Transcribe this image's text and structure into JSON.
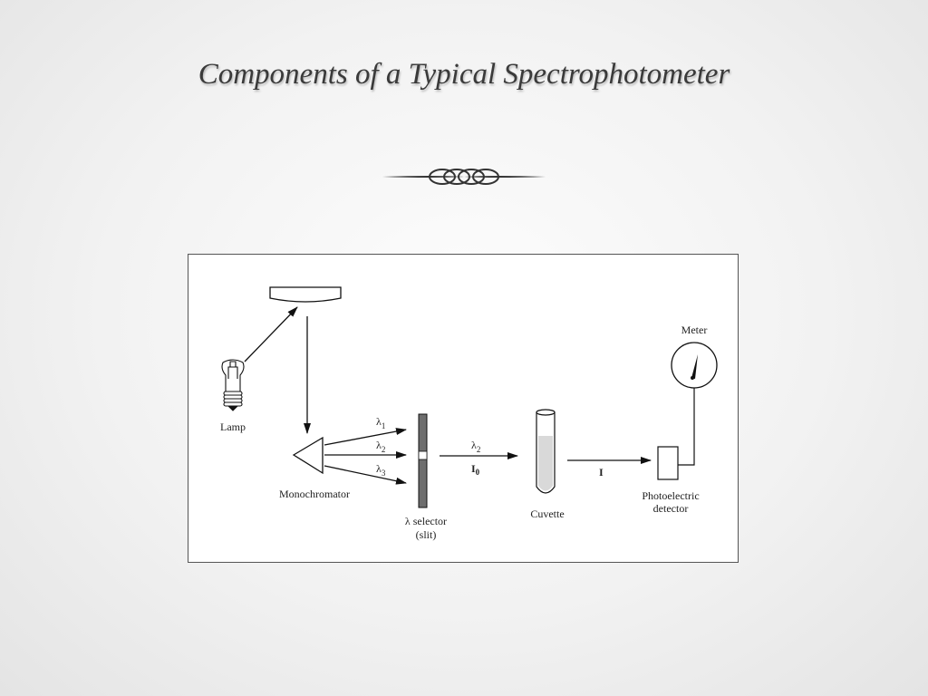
{
  "slide": {
    "title": "Components of a Typical Spectrophotometer"
  },
  "diagram": {
    "lamp_label": "Lamp",
    "monochromator_label": "Monochromator",
    "wavelength_symbol": "λ",
    "lambda1_sub": "1",
    "lambda2_sub": "2",
    "lambda3_sub": "3",
    "selected_lambda_sub": "2",
    "selector_label_line1": "λ selector",
    "selector_label_line2": "(slit)",
    "incident_intensity_symbol": "I",
    "incident_intensity_sub": "0",
    "transmitted_intensity": "I",
    "cuvette_label": "Cuvette",
    "detector_label_line1": "Photoelectric",
    "detector_label_line2": "detector",
    "meter_label": "Meter"
  },
  "colors": {
    "title_text": "#3a3a3a",
    "line": "#111111",
    "slit_fill": "#6e6e6e",
    "cuvette_liquid": "#d9d9d9"
  }
}
